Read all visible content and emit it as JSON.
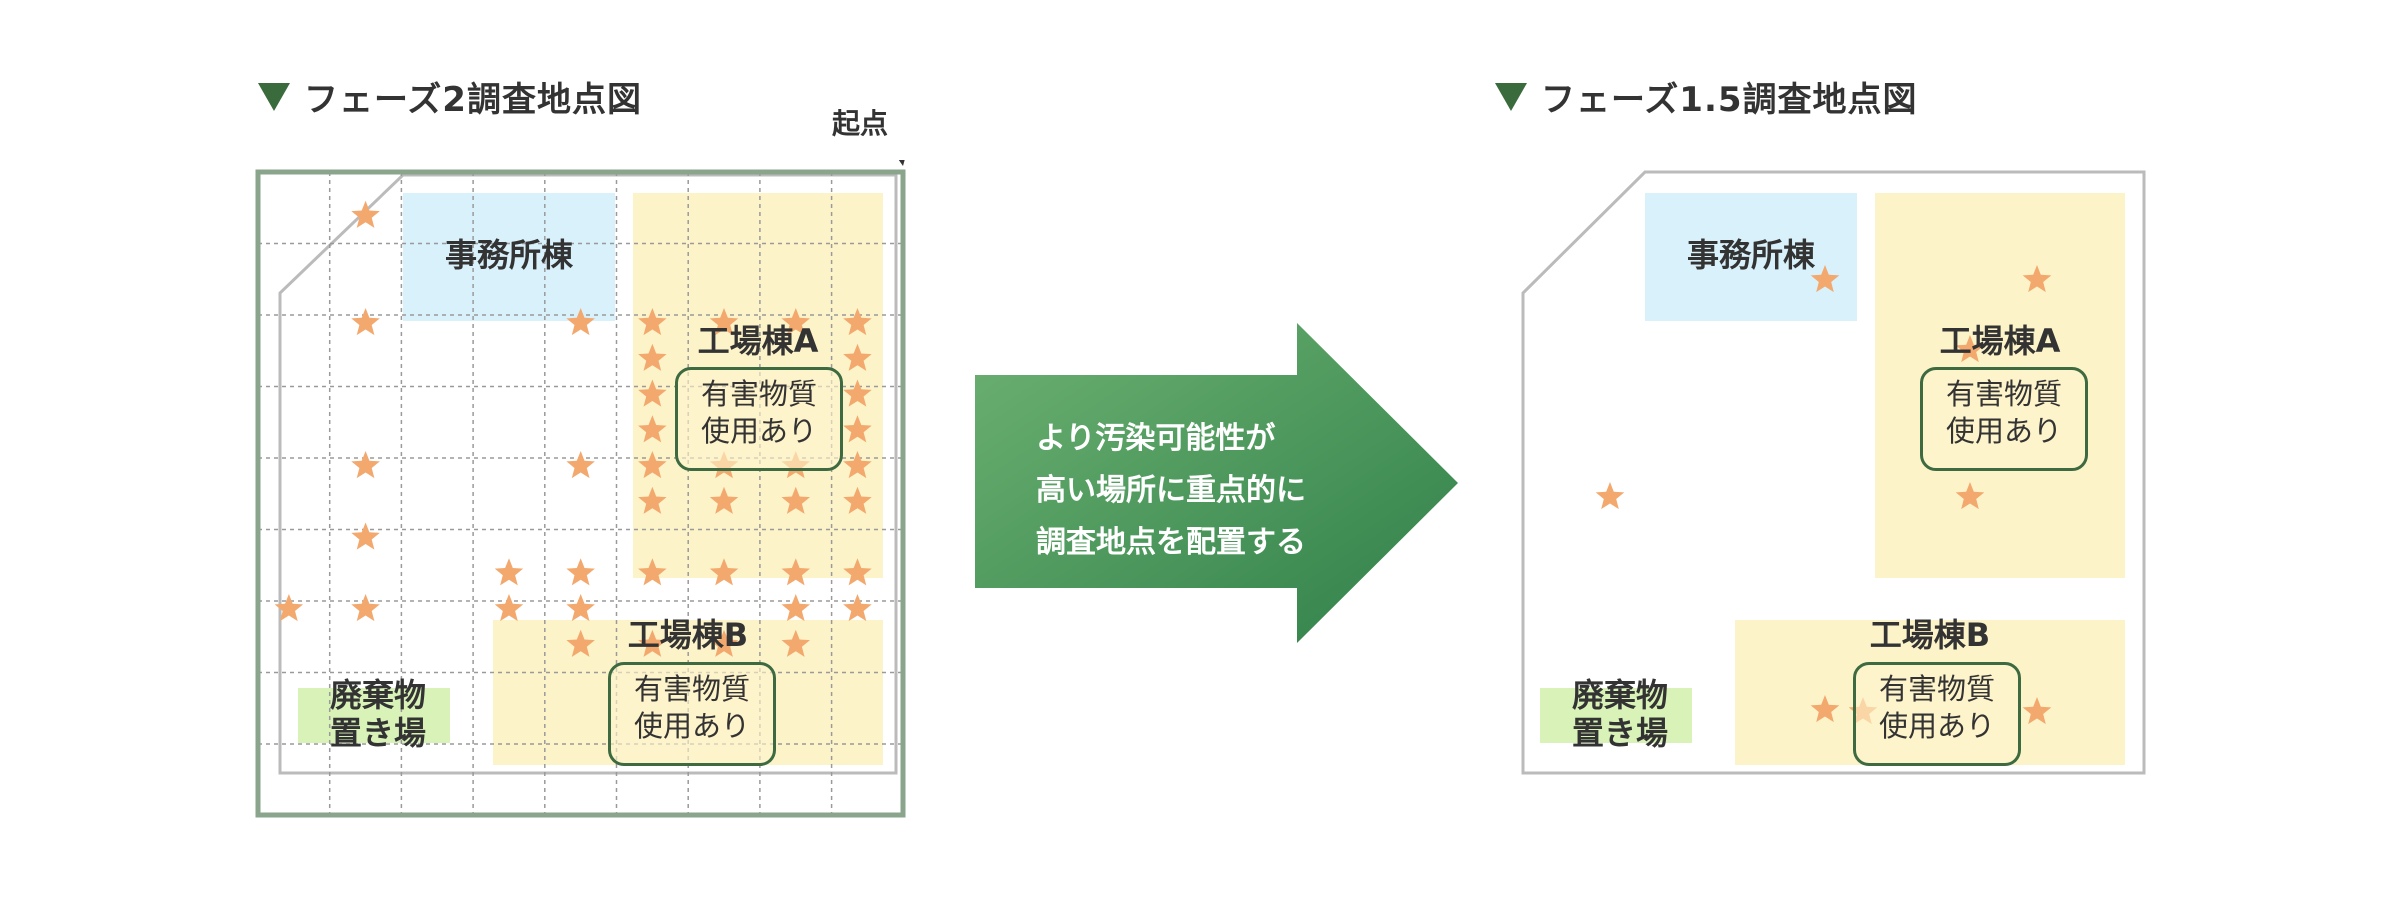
{
  "left": {
    "heading": "フェーズ2調査地点図",
    "origin_label": "起点",
    "office": "事務所棟",
    "factory_a": "工場棟A",
    "factory_b": "工場棟B",
    "hazard_a": [
      "有害物質",
      "使用あり"
    ],
    "hazard_b": [
      "有害物質",
      "使用あり"
    ],
    "waste": [
      "廃棄物",
      "置き場"
    ],
    "points": [
      [
        2,
        1
      ],
      [
        2,
        4
      ],
      [
        5,
        4
      ],
      [
        6,
        4
      ],
      [
        7,
        4
      ],
      [
        8,
        4
      ],
      [
        9,
        4
      ],
      [
        6,
        5
      ],
      [
        9,
        5
      ],
      [
        6,
        6
      ],
      [
        9,
        6
      ],
      [
        6,
        7
      ],
      [
        9,
        7
      ],
      [
        2,
        8
      ],
      [
        5,
        8
      ],
      [
        6,
        8
      ],
      [
        7,
        8
      ],
      [
        8,
        8
      ],
      [
        9,
        8
      ],
      [
        6,
        9
      ],
      [
        7,
        9
      ],
      [
        8,
        9
      ],
      [
        9,
        9
      ],
      [
        2,
        10
      ],
      [
        4,
        11
      ],
      [
        5,
        11
      ],
      [
        6,
        11
      ],
      [
        7,
        11
      ],
      [
        8,
        11
      ],
      [
        9,
        11
      ],
      [
        1,
        12
      ],
      [
        2,
        12
      ],
      [
        4,
        12
      ],
      [
        5,
        12
      ],
      [
        8,
        12
      ],
      [
        9,
        12
      ],
      [
        5,
        13
      ],
      [
        6,
        13
      ],
      [
        7,
        13
      ],
      [
        8,
        13
      ]
    ]
  },
  "right": {
    "heading": "フェーズ1.5調査地点図",
    "office": "事務所棟",
    "factory_a": "工場棟A",
    "factory_b": "工場棟B",
    "hazard_a": [
      "有害物質",
      "使用あり"
    ],
    "hazard_b": [
      "有害物質",
      "使用あり"
    ],
    "waste": [
      "廃棄物",
      "置き場"
    ]
  },
  "arrow": {
    "lines": [
      "より汚染可能性が",
      "高い場所に重点的に",
      "調査地点を配置する"
    ]
  },
  "colors": {
    "heading_marker": "#3a6b3c",
    "office_fill": "#d9f1fb",
    "factory_fill": "#fdf3c8",
    "waste_fill": "#d8f2b8",
    "star": "#f3a86e",
    "frame": "#8aa58b",
    "arrow_light": "#6db172",
    "arrow_dark": "#2f8049"
  }
}
